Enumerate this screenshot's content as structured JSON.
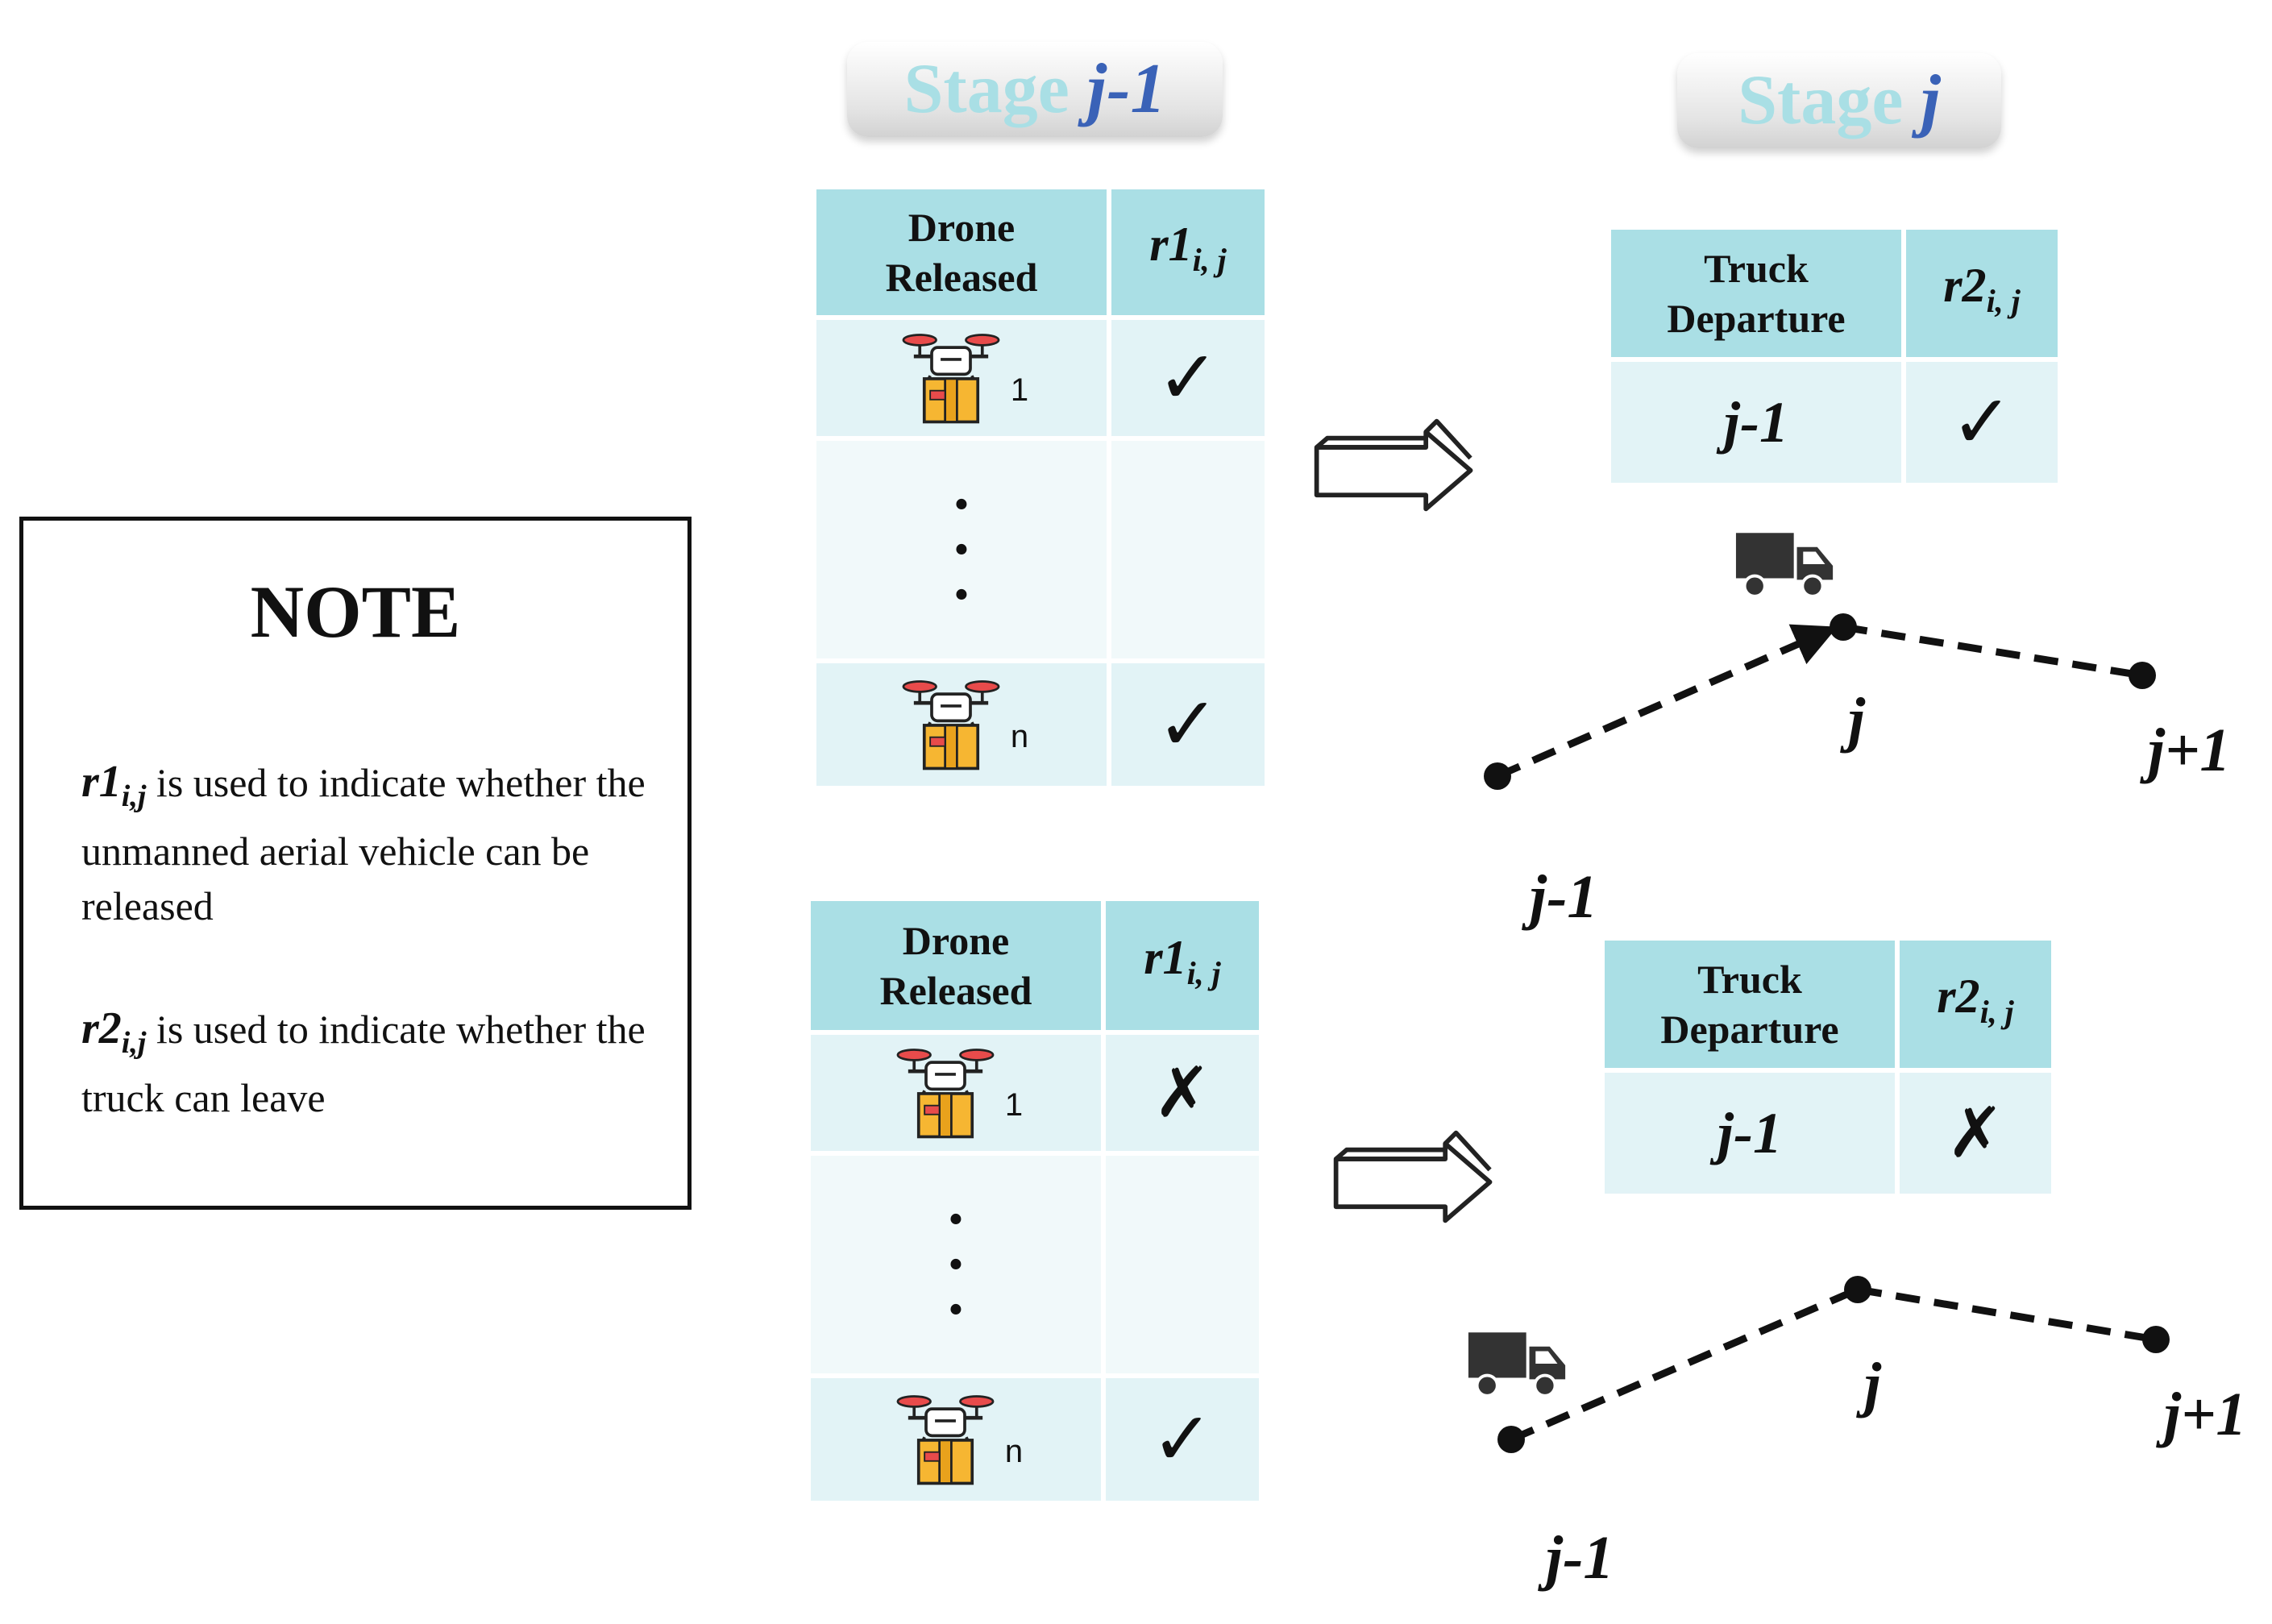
{
  "stages": {
    "prev": {
      "word": "Stage",
      "var": "j-1"
    },
    "curr": {
      "word": "Stage",
      "var": "j"
    }
  },
  "drone_table": {
    "col1_line1": "Drone",
    "col1_line2": "Released",
    "col2_main": "r1",
    "col2_sub": "i, j",
    "idx_first": "1",
    "idx_last": "n",
    "dots": "·\n·\n·"
  },
  "top_scenario": {
    "drone1_status": "✓",
    "dronen_status": "✓"
  },
  "bottom_scenario": {
    "drone1_status": "✗",
    "dronen_status": "✓"
  },
  "truck_table": {
    "col1_line1": "Truck",
    "col1_line2": "Departure",
    "col2_main": "r2",
    "col2_sub": "i, j",
    "row_label": "j-1"
  },
  "top_truck_status": "✓",
  "bottom_truck_status": "✗",
  "route_labels": {
    "prev": "j-1",
    "curr": "j",
    "next": "j+1"
  },
  "note": {
    "title": "NOTE",
    "r1_main": "r1",
    "r1_sub": "i,j",
    "r1_text": " is used to indicate whether the unmanned aerial vehicle can be released",
    "r2_main": "r2",
    "r2_sub": "i,j",
    "r2_text": " is used to indicate whether the truck can leave"
  },
  "icons": [
    "drone-package-icon",
    "truck-icon",
    "right-arrow-icon",
    "check-icon",
    "cross-icon"
  ],
  "colors": {
    "header_cyan": "#aadfe5",
    "cell_light": "#e2f3f6",
    "stage_text_light": "#a9dfe5",
    "stage_text_blue": "#3a62b7",
    "drone_box": "#f6b632",
    "drone_rotor": "#e84b4b"
  }
}
